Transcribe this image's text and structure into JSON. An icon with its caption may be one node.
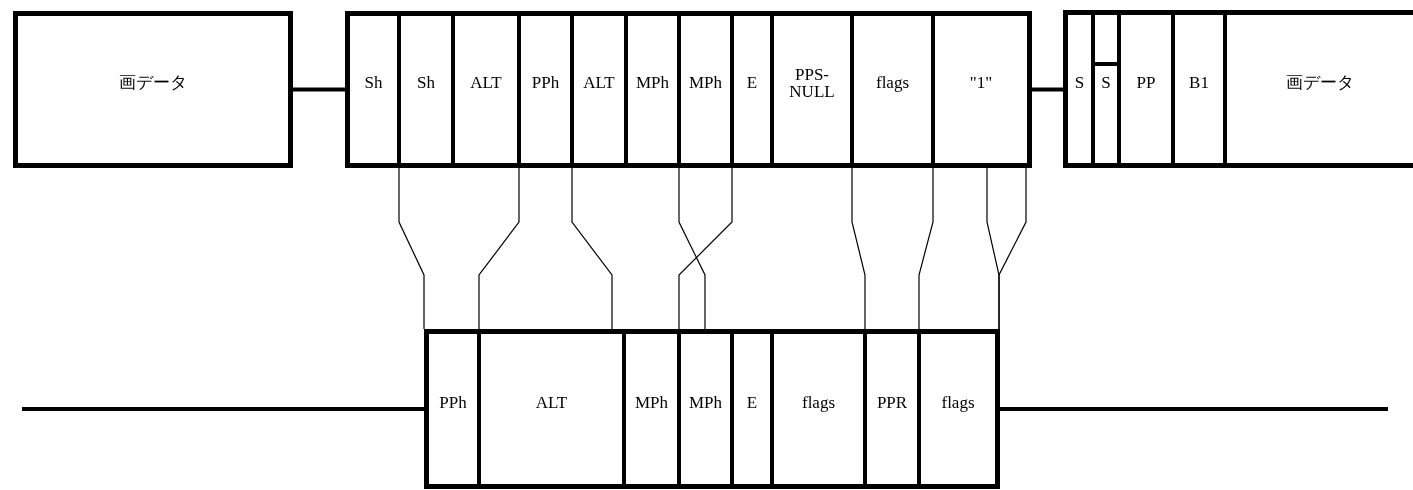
{
  "diagram": {
    "nodes": [
      {
        "text": [
          "画データ"
        ]
      },
      {
        "text": [],
        "shape": "box"
      },
      {
        "text": [
          "Sh"
        ],
        "in": 1
      },
      {
        "text": [
          "Sh"
        ],
        "in": 1
      },
      {
        "text": [
          "ALT"
        ],
        "in": 1
      },
      {
        "text": [
          "PPh"
        ],
        "in": 1
      },
      {
        "text": [
          "ALT"
        ],
        "in": 1
      },
      {
        "text": [
          "MPh"
        ],
        "in": 1
      },
      {
        "text": [
          "MPh"
        ],
        "in": 1
      },
      {
        "text": [
          "E"
        ],
        "in": 1
      },
      {
        "text": [
          "PPS-NULL"
        ],
        "in": 1
      },
      {
        "text": [
          "flags"
        ],
        "in": 1
      },
      {
        "text": [
          "\"1\""
        ],
        "in": 1
      },
      {
        "text": [],
        "shape": "box"
      },
      {
        "text": [
          "S"
        ],
        "in": 13
      },
      {
        "text": [
          "S"
        ],
        "in": 13
      },
      {
        "text": [
          "PP"
        ],
        "in": 13
      },
      {
        "text": [
          "B1"
        ],
        "in": 13
      },
      {
        "text": [
          "画データ"
        ],
        "in": 13
      },
      {
        "text": [],
        "shape": "box"
      },
      {
        "text": [
          "PPh"
        ],
        "in": 19
      },
      {
        "text": [
          "ALT"
        ],
        "in": 19
      },
      {
        "text": [
          "MPh"
        ],
        "in": 19
      },
      {
        "text": [
          "MPh"
        ],
        "in": 19
      },
      {
        "text": [
          "E"
        ],
        "in": 19
      },
      {
        "text": [
          "flags"
        ],
        "in": 19
      },
      {
        "text": [
          "PPR"
        ],
        "in": 19
      },
      {
        "text": [
          "flags"
        ],
        "in": 19
      }
    ],
    "edges": [
      {
        "from": 0,
        "to": 1,
        "arrow": "none",
        "style": "thick"
      },
      {
        "from": 1,
        "to": 13,
        "arrow": "none",
        "style": "thick"
      },
      {
        "from": null,
        "to": 19,
        "arrow": "none",
        "style": "thick"
      },
      {
        "from": 19,
        "to": null,
        "arrow": "none",
        "style": "thick"
      },
      {
        "from": 1,
        "to": 19,
        "arrow": "none"
      },
      {
        "from": 1,
        "to": 19,
        "arrow": "none"
      },
      {
        "from": 1,
        "to": 19,
        "arrow": "none"
      },
      {
        "from": 1,
        "to": 19,
        "arrow": "none"
      },
      {
        "from": 1,
        "to": 19,
        "arrow": "none"
      },
      {
        "from": 1,
        "to": 19,
        "arrow": "none"
      },
      {
        "from": 1,
        "to": 19,
        "arrow": "none"
      },
      {
        "from": 1,
        "to": 19,
        "arrow": "none"
      },
      {
        "from": 1,
        "to": 19,
        "arrow": "none"
      }
    ]
  }
}
